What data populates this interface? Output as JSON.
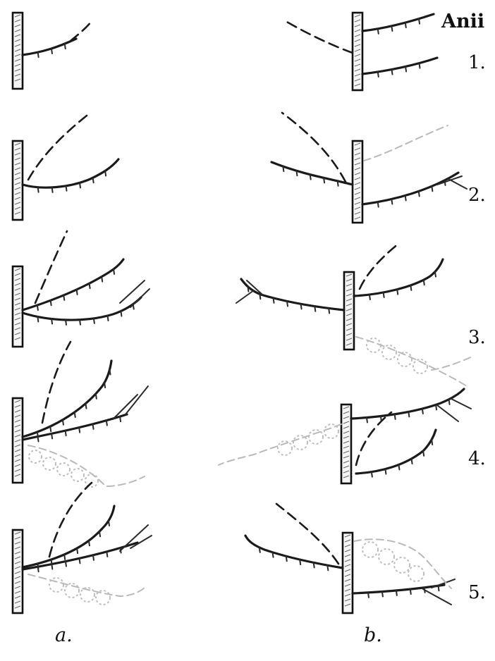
{
  "header": {
    "title": "Anii"
  },
  "years": [
    "1.",
    "2.",
    "3.",
    "4.",
    "5."
  ],
  "columns": {
    "a": "a.",
    "b": "b."
  },
  "colors": {
    "ink": "#1a1a1a",
    "removed_wood": "#bdbdbd",
    "background": "#ffffff"
  }
}
